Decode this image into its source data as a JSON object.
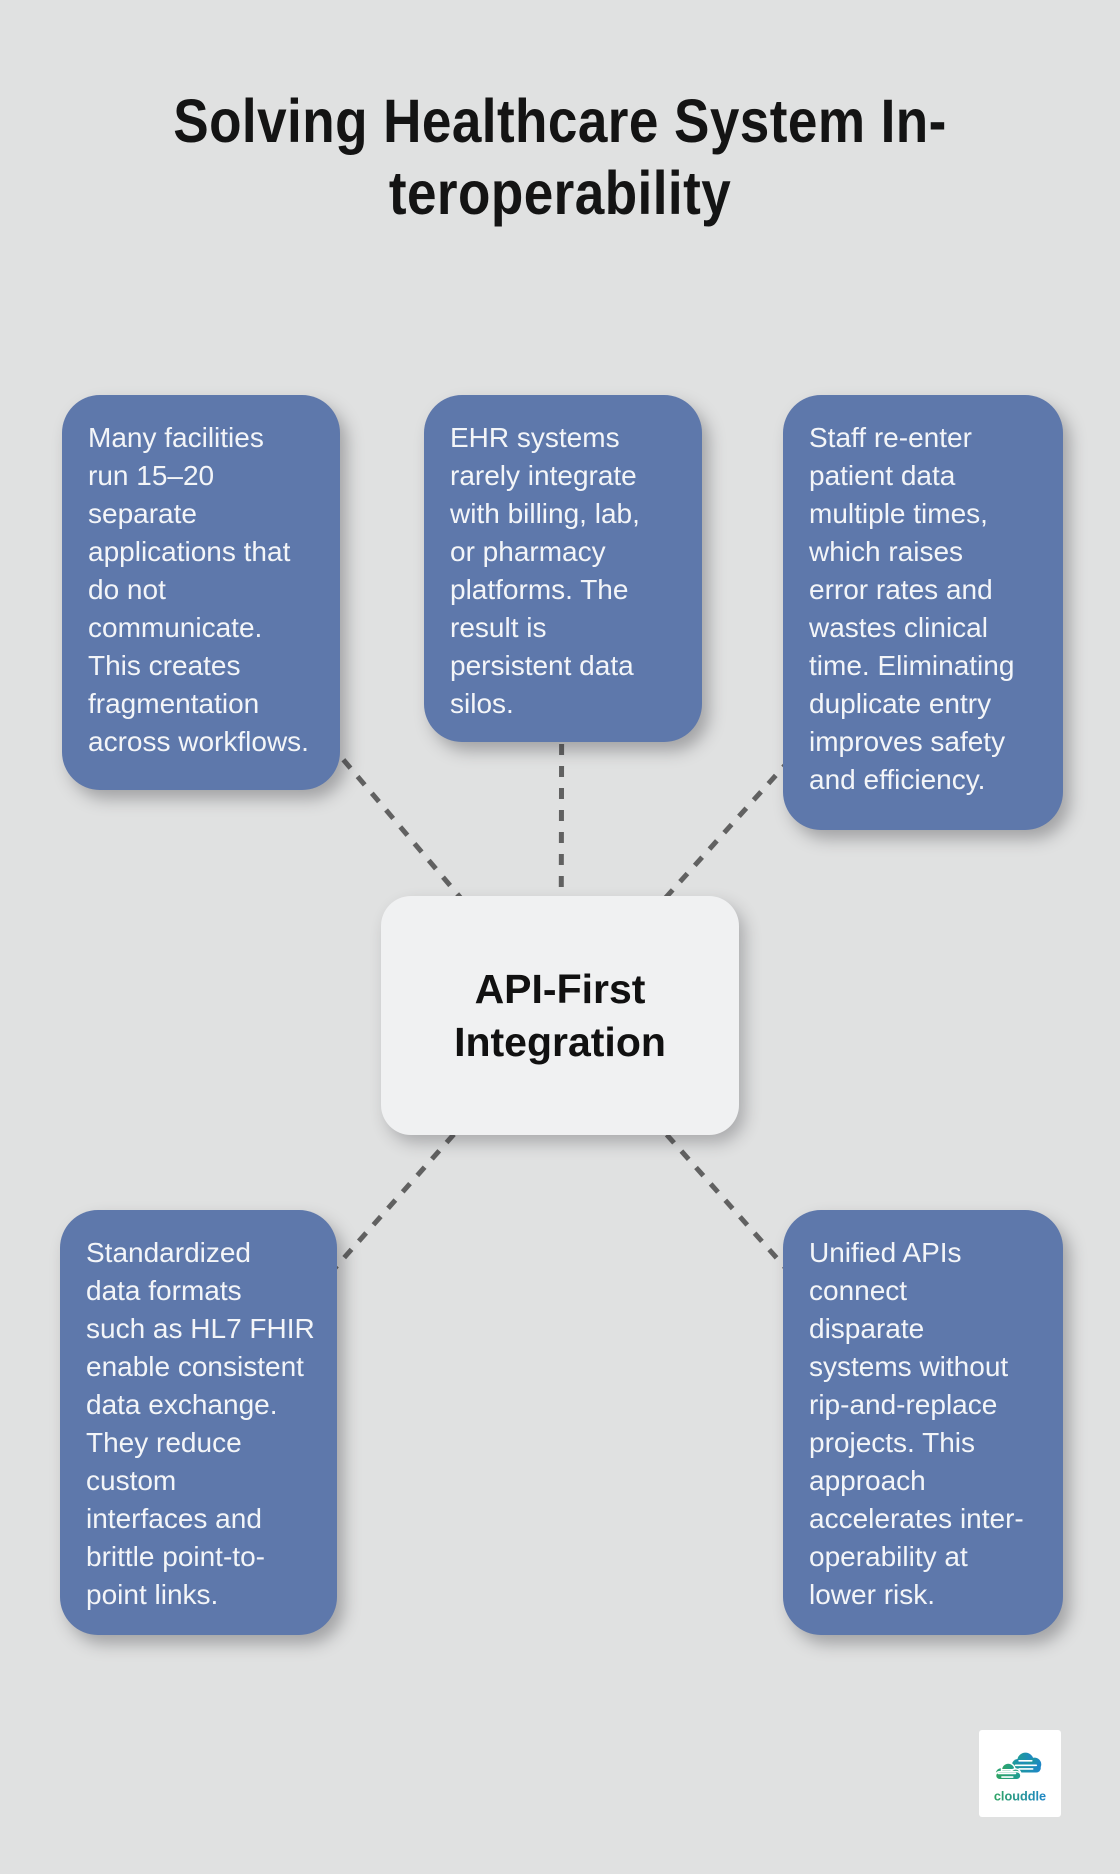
{
  "page": {
    "title": "Solving Healthcare System In-\nteroperability"
  },
  "center": {
    "label": "API-First\nIntegration"
  },
  "nodes": [
    {
      "id": "fragmented-applications",
      "text": "Many facilities\nrun 15–20\nseparate\napplications that\ndo not\ncommunicate.\nThis creates\nfragmentation\nacross workflows."
    },
    {
      "id": "ehr-data-silos",
      "text": "EHR systems\nrarely integrate\nwith billing, lab,\nor pharmacy\nplatforms. The\nresult is\npersistent data\nsilos."
    },
    {
      "id": "duplicate-data-entry",
      "text": "Staff re-enter\npatient data\nmultiple times,\nwhich raises\nerror rates and\nwastes clinical\ntime. Eliminating\nduplicate entry\nimproves safety\nand efficiency."
    },
    {
      "id": "standardized-formats",
      "text": "Standardized\ndata formats\nsuch as HL7 FHIR\nenable consistent\ndata exchange.\nThey reduce\ncustom\ninterfaces and\nbrittle point-to-\npoint links."
    },
    {
      "id": "unified-apis",
      "text": "Unified APIs\nconnect\ndisparate\nsystems without\nrip-and-replace\nprojects. This\napproach\naccelerates inter-\noperability at\nlower risk."
    }
  ],
  "logo": {
    "text": "clouddle"
  },
  "colors": {
    "background": "#e0e1e1",
    "node-bg": "#5e78ab",
    "node-text": "#f3f5f8",
    "center-bg": "#f0f1f2",
    "center-text": "#111111",
    "title-text": "#141414",
    "connector": "#616161",
    "logo-green": "#2fa463",
    "logo-teal": "#1f9d94",
    "logo-blue": "#1e86c8"
  }
}
